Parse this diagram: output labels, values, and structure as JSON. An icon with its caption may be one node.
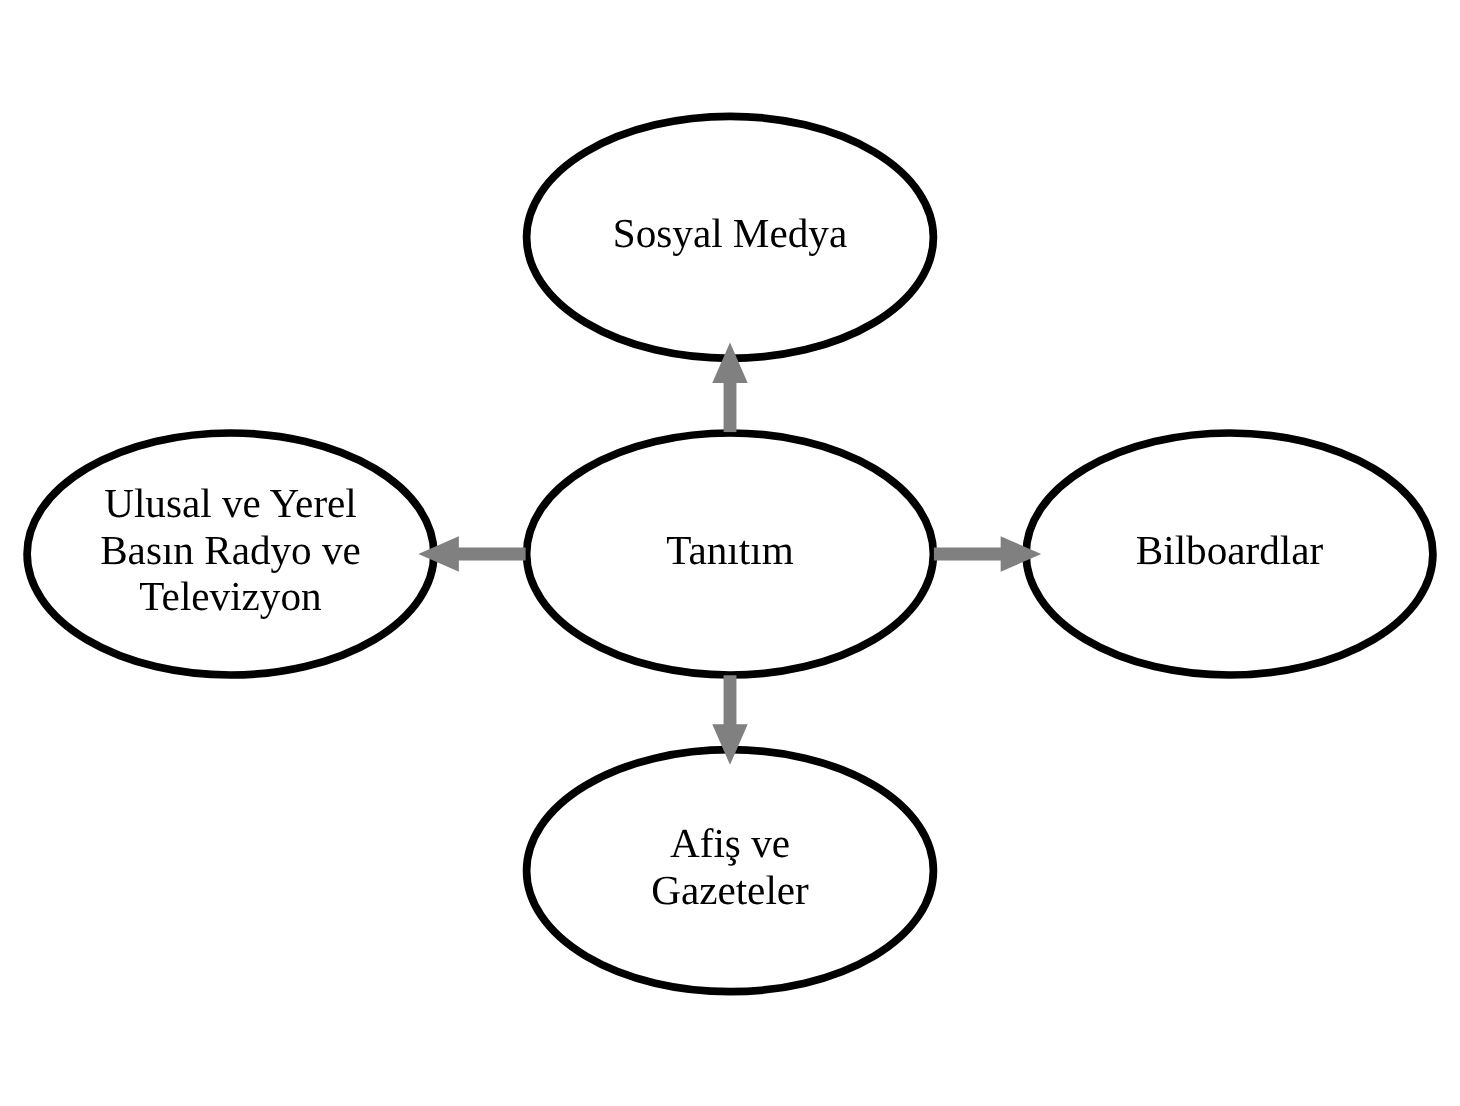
{
  "diagram": {
    "nodes": [
      {
        "text": [
          "Sosyal Medya"
        ]
      },
      {
        "text": [
          "Ulusal ve Yerel Basın Radyo ve Televizyon"
        ]
      },
      {
        "text": [
          "Tanıtım"
        ]
      },
      {
        "text": [
          "Bilboardlar"
        ]
      },
      {
        "text": [
          "Afiş ve Gazeteler"
        ]
      }
    ],
    "edges": [
      {
        "from": 2,
        "to": 0,
        "arrow": "to"
      },
      {
        "from": 2,
        "to": 1,
        "arrow": "to"
      },
      {
        "from": 2,
        "to": 3,
        "arrow": "to"
      },
      {
        "from": 2,
        "to": 4,
        "arrow": "to"
      }
    ]
  }
}
